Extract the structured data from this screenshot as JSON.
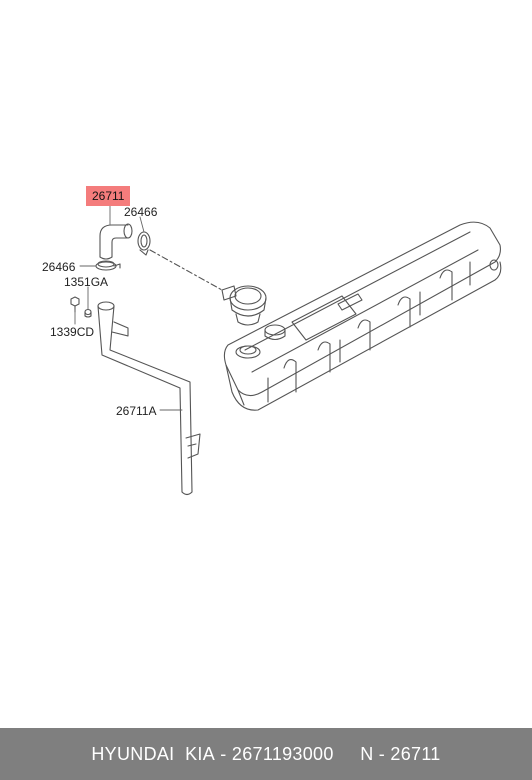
{
  "labels": {
    "part_highlight": "26711",
    "clamp_upper": "26466",
    "clamp_lower": "26466",
    "plug": "1351GA",
    "bolt": "1339CD",
    "tube": "26711A"
  },
  "footer": {
    "brand": "HYUNDAI  KIA",
    "separator": " - ",
    "part_number": "2671193000",
    "gap": "     ",
    "ref": "N - 26711"
  },
  "colors": {
    "highlight": "#f47c7c",
    "footer_bg": "#7f7f7f",
    "line": "#555555"
  }
}
